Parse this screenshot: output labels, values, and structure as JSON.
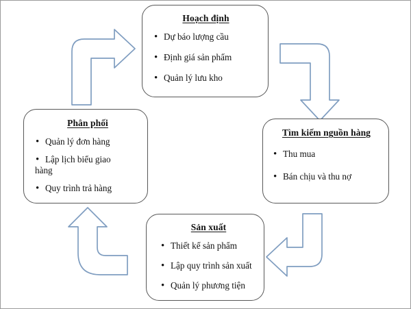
{
  "diagram": {
    "type": "cycle",
    "direction": "clockwise",
    "colors": {
      "arrow_stroke": "#7f9dc0",
      "arrow_fill": "#ffffff",
      "node_border": "#575757",
      "node_fill": "#ffffff",
      "text": "#111111",
      "canvas_border": "#9a9a9a"
    },
    "nodes": [
      {
        "id": "planning",
        "title": "Hoạch định",
        "position": "top",
        "items": [
          "Dự báo lượng cầu",
          "Định giá sản phẩm",
          "Quản lý lưu kho"
        ]
      },
      {
        "id": "sourcing",
        "title": "Tìm kiếm nguồn hàng",
        "position": "right",
        "items": [
          "Thu mua",
          "Bán chịu và thu nợ"
        ]
      },
      {
        "id": "production",
        "title": "Sản xuất",
        "position": "bottom",
        "items": [
          "Thiết kế sản phẩm",
          "Lập quy trình sản xuất",
          "Quản lý phương tiện"
        ]
      },
      {
        "id": "distribution",
        "title": "Phân phối",
        "position": "left",
        "items": [
          "Quản lý đơn hàng",
          "Lập lịch biểu giao",
          "Quy trình trả hàng"
        ],
        "item_continuations": [
          "",
          "hàng",
          ""
        ]
      }
    ],
    "arrows": [
      {
        "id": "distribution-to-planning",
        "from": "distribution",
        "to": "planning",
        "shape": "elbow-up-right",
        "points": "right"
      },
      {
        "id": "planning-to-sourcing",
        "from": "planning",
        "to": "sourcing",
        "shape": "elbow-right-down",
        "points": "down"
      },
      {
        "id": "sourcing-to-production",
        "from": "sourcing",
        "to": "production",
        "shape": "elbow-down-left",
        "points": "left"
      },
      {
        "id": "production-to-distribution",
        "from": "production",
        "to": "distribution",
        "shape": "elbow-left-up",
        "points": "up"
      }
    ]
  }
}
